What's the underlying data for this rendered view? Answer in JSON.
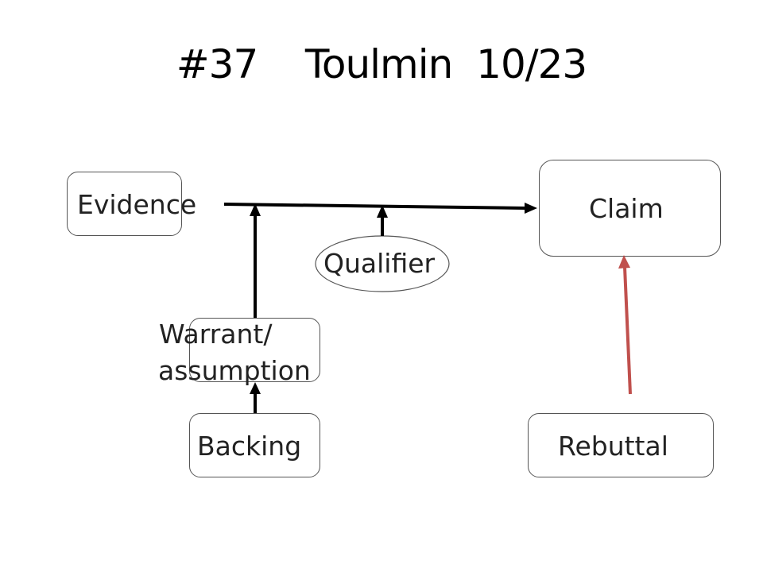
{
  "title": "#37    Toulmin  10/23",
  "nodes": {
    "evidence": "Evidence",
    "claim": "Claim",
    "qualifier": "Qualifier",
    "warrant_line1": "Warrant/",
    "warrant_line2": "assumption",
    "backing": "Backing",
    "rebuttal": "Rebuttal"
  },
  "colors": {
    "arrow": "#000000",
    "rebuttal_arrow": "#c0504d",
    "box_border": "#555555"
  }
}
